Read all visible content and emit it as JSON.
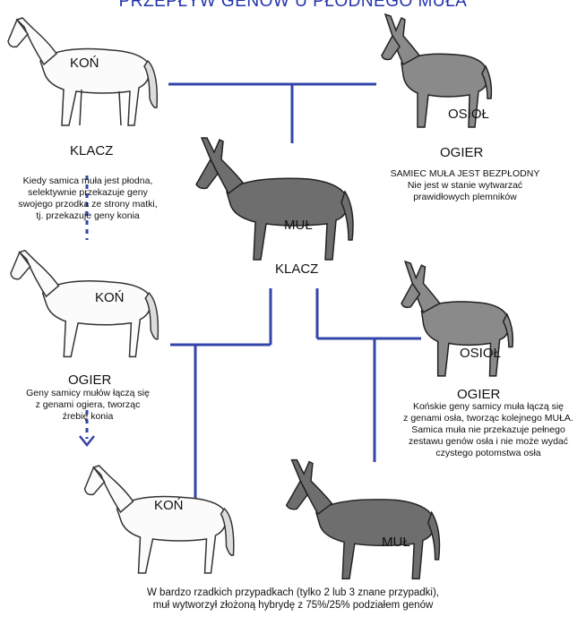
{
  "title": "PRZEPŁYW GENÓW U PŁODNEGO MUŁA",
  "colors": {
    "line": "#3344aa",
    "title": "#2233aa",
    "horse_fill": "#fbfbfb",
    "donkey_fill": "#8a8a8a",
    "mule_fill": "#6e6e6e"
  },
  "top_left": {
    "animal": "KOŃ",
    "sex": "KLACZ"
  },
  "top_right": {
    "animal": "OSIOŁ",
    "sex": "OGIER",
    "note": [
      "SAMIEC MUŁA JEST BEZPŁODNY",
      "Nie jest w stanie wytwarzać",
      "prawidłowych plemników"
    ]
  },
  "center": {
    "animal": "MUŁ",
    "sex": "KLACZ"
  },
  "left_note": [
    "Kiedy samica muła jest płodna,",
    "selektywnie przekazuje geny",
    "swojego przodka ze strony matki,",
    "tj. przekazuje geny konia"
  ],
  "mid_left": {
    "animal": "KOŃ",
    "sex": "OGIER",
    "note": [
      "Geny samicy mułów łączą się",
      "z genami ogiera, tworząc",
      "źrebię konia"
    ]
  },
  "mid_right": {
    "animal": "OSIOŁ",
    "sex": "OGIER",
    "note": [
      "Końskie geny samicy muła łączą się",
      "z genami osła, tworząc kolejnego MUŁA.",
      "Samica muła nie przekazuje pełnego",
      "zestawu genów osła i nie może wydać",
      "czystego potomstwa osła"
    ]
  },
  "bottom_left": {
    "animal": "KOŃ"
  },
  "bottom_right": {
    "animal": "MUŁ"
  },
  "footer": [
    "W bardzo rzadkich przypadkach (tylko 2 lub 3 znane przypadki),",
    "muł wytworzył złożoną hybrydę z 75%/25% podziałem genów"
  ]
}
